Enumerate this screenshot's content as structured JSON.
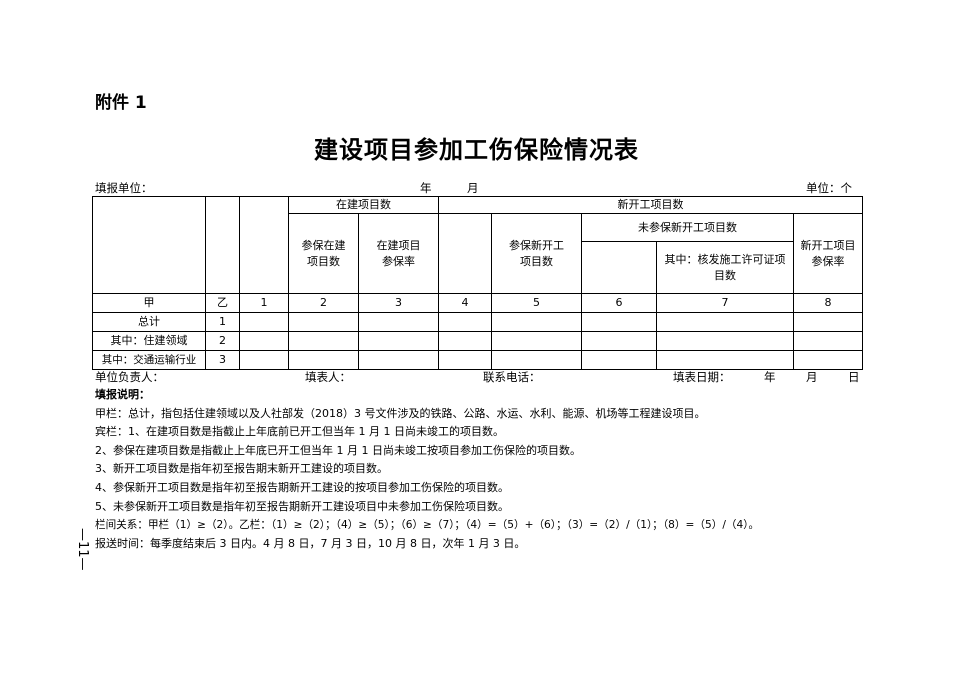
{
  "attachment_label": "附件 1",
  "title": "建设项目参加工伤保险情况表",
  "header": {
    "unit_label": "填报单位：",
    "year_label": "年",
    "month_label": "月",
    "unit_measure": "单位：个"
  },
  "table": {
    "group_in_construction": "在建项目数",
    "group_new": "新开工项目数",
    "insured_in_construction": "参保在建项目数",
    "in_construction_rate": "在建项目参保率",
    "insured_new": "参保新开工项目数",
    "uninsured_new": "未参保新开工项目数",
    "uninsured_permit": "其中：核发施工许可证项目数",
    "new_rate": "新开工项目参保率",
    "index_labels": [
      "甲",
      "乙",
      "1",
      "2",
      "3",
      "4",
      "5",
      "6",
      "7",
      "8"
    ],
    "rows": [
      {
        "name": "总计",
        "code": "1"
      },
      {
        "name": "其中：住建领域",
        "code": "2"
      },
      {
        "name": "其中：交通运输行业",
        "code": "3"
      }
    ]
  },
  "footer": {
    "responsible": "单位负责人：",
    "filler": "填表人：",
    "phone": "联系电话：",
    "fill_date": "填表日期：",
    "year": "年",
    "month": "月",
    "day": "日"
  },
  "notes": {
    "heading": "填报说明：",
    "lines": [
      "甲栏：总计，指包括住建领域以及人社部发（2018）3 号文件涉及的铁路、公路、水运、水利、能源、机场等工程建设项目。",
      "宾栏：1、在建项目数是指截止上年底前已开工但当年 1 月 1 日尚未竣工的项目数。",
      "2、参保在建项目数是指截止上年底已开工但当年 1 月 1 日尚未竣工按项目参加工伤保险的项目数。",
      "3、新开工项目数是指年初至报告期末新开工建设的项目数。",
      "4、参保新开工项目数是指年初至报告期新开工建设的按项目参加工伤保险的项目数。",
      "5、未参保新开工项目数是指年初至报告期新开工建设项目中未参加工伤保险项目数。",
      "栏间关系：甲栏（1）≥（2）。乙栏：（1）≥（2）；（4）≥（5）；（6）≥（7）；（4）=（5）+（6）；（3）=（2）/（1）；（8）=（5）/（4）。",
      "报送时间：每季度结束后 3 日内。4 月 8 日，7 月 3 日，10 月 8 日，次年 1 月 3 日。"
    ]
  },
  "page_number": "—11—"
}
